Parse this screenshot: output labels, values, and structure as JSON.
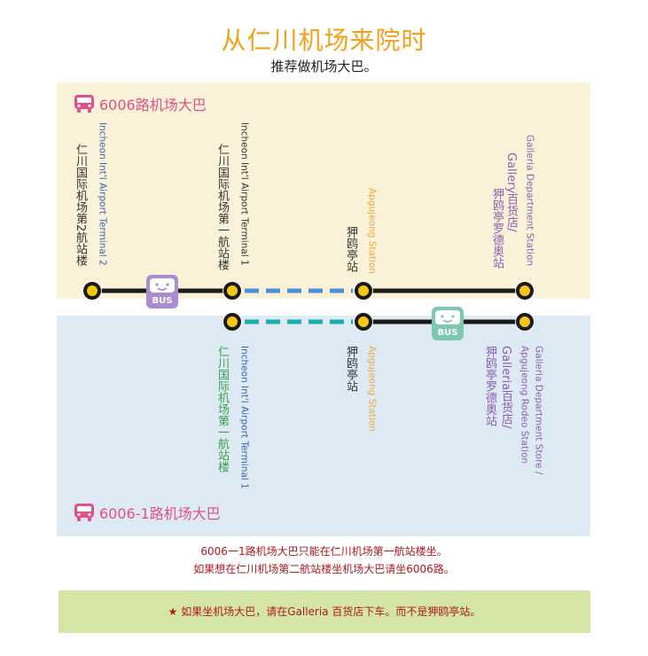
{
  "title": "从仁川机场来院时",
  "subtitle": "推荐做机场大巴。",
  "routes": {
    "top": {
      "label": "6006路机场大巴"
    },
    "bottom": {
      "label": "6006-1路机场大巴"
    }
  },
  "stops_top": [
    {
      "cn": "仁川国际机场第2航站楼",
      "en": "Incheon Int'l Airport Terminal 2"
    },
    {
      "cn": "仁川国际机场第一航站楼",
      "en": "Incheon Int'l Airport Terminal 1"
    },
    {
      "cn": "狎鸥亭站",
      "en": "Apgujeong Station"
    },
    {
      "cn": "Gallery百货店/",
      "cn2": "狎鸥亭罗德奥站",
      "en": "Galleria Department Station"
    }
  ],
  "stops_bottom": [
    {
      "cn": "仁川国际机场第一航站楼",
      "en": "Incheon Int'l Airport Terminal 1"
    },
    {
      "cn": "狎鸥亭站",
      "en": "Apgujeong Station"
    },
    {
      "cn": "Galleria百货店/",
      "cn2": "狎鸥亭罗德奥站",
      "en": "Galleria Department Store /",
      "en2": "Apgujeong Rodeo Station"
    }
  ],
  "bus_badge": "BUS",
  "colors": {
    "title": "#f2a21a",
    "route_label": "#e14f86",
    "line": "#1a1a1a",
    "dash_top": "#4a90d9",
    "dash_bottom": "#1aaeae",
    "station_fill": "#f5c518",
    "bus_purple": "#a98bd0",
    "bus_green": "#7fc8b0",
    "note": "#b0181f",
    "panel_top": "#f9f2d8",
    "panel_bottom": "#ddeaf4",
    "tip_bg": "#d4e5a6"
  },
  "icons": {
    "route": "bus-icon",
    "tip": "star-icon"
  },
  "notes": [
    "6006一1路机场大巴只能在仁川机场第一航站楼坐。",
    "如果想在仁川机场第二航站楼坐机场大巴请坐6006路。"
  ],
  "tip": "★ 如果坐机场大巴，请在Galleria 百货店下车。而不是狎鸥亭站。"
}
